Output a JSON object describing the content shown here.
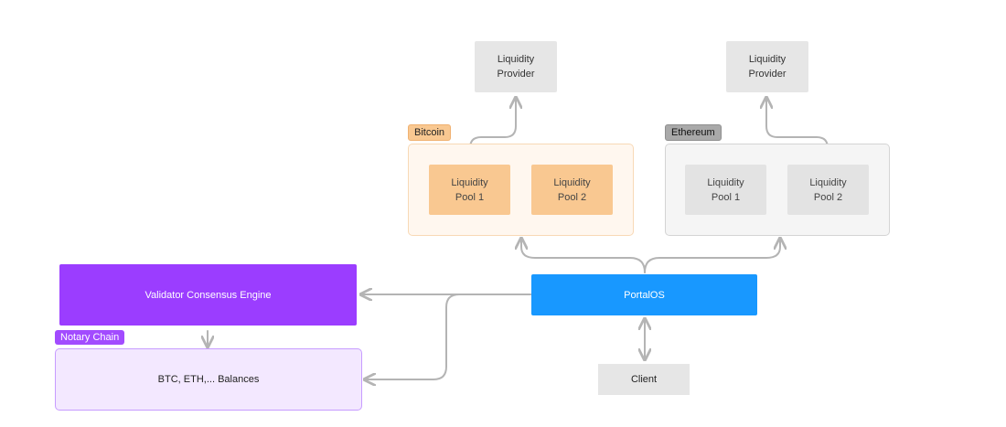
{
  "bitcoin": {
    "tag": "Bitcoin",
    "provider": "Liquidity\nProvider",
    "pools": [
      "Liquidity\nPool 1",
      "Liquidity\nPool 2"
    ]
  },
  "ethereum": {
    "tag": "Ethereum",
    "provider": "Liquidity\nProvider",
    "pools": [
      "Liquidity\nPool 1",
      "Liquidity\nPool 2"
    ]
  },
  "portal": {
    "label": "PortalOS"
  },
  "client": {
    "label": "Client"
  },
  "validator": {
    "label": "Validator Consensus Engine"
  },
  "notary": {
    "tag": "Notary Chain",
    "balances": "BTC, ETH,... Balances"
  },
  "colors": {
    "portal": "#1898ff",
    "validator": "#9b3dff",
    "bitcoin": "#f9c891",
    "ethereum": "#a9a9a9",
    "connector": "#b4b4b4"
  }
}
